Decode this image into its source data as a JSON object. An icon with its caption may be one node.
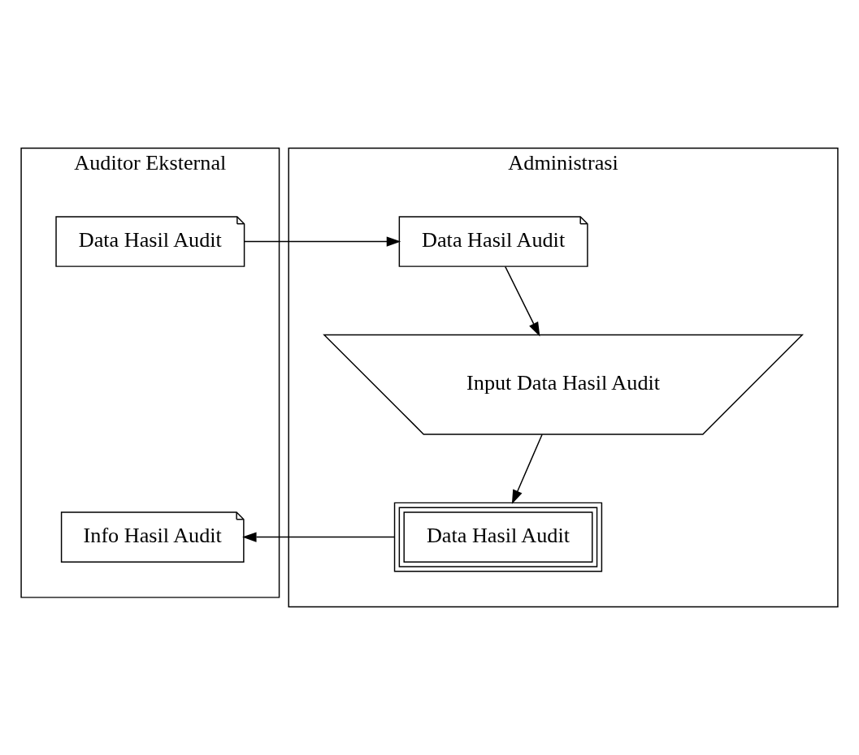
{
  "diagram": {
    "nodes": [
      {
        "text": [
          "Auditor Eksternal"
        ]
      },
      {
        "text": [
          "Administrasi"
        ]
      },
      {
        "text": [
          "Data Hasil Audit"
        ],
        "in": 0
      },
      {
        "text": [
          "Data Hasil Audit"
        ],
        "in": 1
      },
      {
        "text": [
          "Input Data Hasil Audit"
        ],
        "in": 1
      },
      {
        "text": [
          "Data Hasil Audit"
        ],
        "in": 1
      },
      {
        "text": [
          "Info Hasil Audit"
        ],
        "in": 0
      }
    ],
    "edges": [
      {
        "from": 2,
        "to": 3,
        "arrow": "to"
      },
      {
        "from": 3,
        "to": 4,
        "arrow": "to"
      },
      {
        "from": 4,
        "to": 5,
        "arrow": "to"
      },
      {
        "from": 5,
        "to": 6,
        "arrow": "to"
      }
    ]
  }
}
